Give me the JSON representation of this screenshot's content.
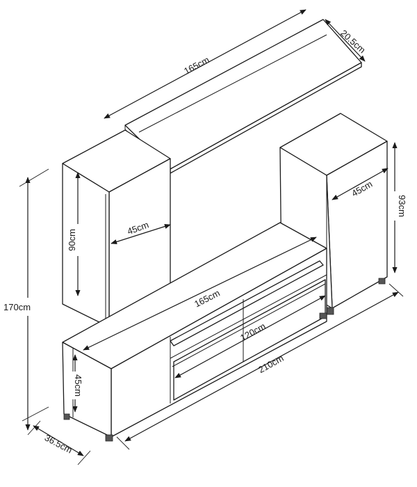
{
  "dimensions": {
    "shelf_length": "165cm",
    "shelf_depth": "20.5cm",
    "left_cabinet_height": "90cm",
    "left_cabinet_width": "45cm",
    "right_cabinet_width": "45cm",
    "right_cabinet_height": "93cm",
    "total_height": "170cm",
    "tv_unit_length": "165cm",
    "drawer_width": "120cm",
    "total_width": "210cm",
    "base_height": "45cm",
    "depth": "36.5cm"
  },
  "colors": {
    "line": "#1a1a1a",
    "background": "#ffffff"
  }
}
